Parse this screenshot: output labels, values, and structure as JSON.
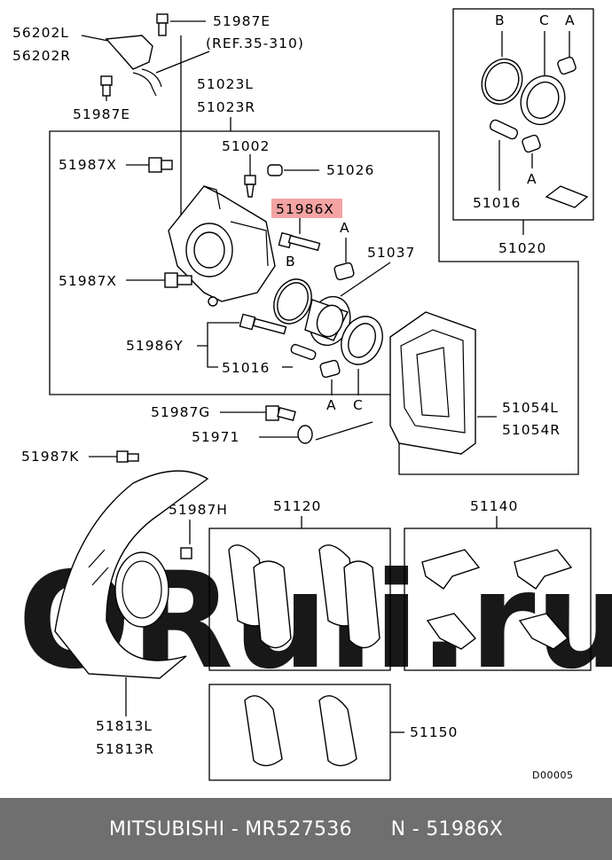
{
  "watermark": "ORuli.ru",
  "callouts": {
    "p56202": [
      "56202L",
      "56202R"
    ],
    "p51987E_top": "51987E",
    "ref": "(REF.35-310)",
    "p51987E_left": "51987E",
    "p51023": [
      "51023L",
      "51023R"
    ],
    "p51002": "51002",
    "p51026": "51026",
    "p51987X_a": "51987X",
    "p51986X_highlight": "51986X",
    "p51037": "51037",
    "p51987X_b": "51987X",
    "p51986Y": "51986Y",
    "p51016_main": "51016",
    "p51987G": "51987G",
    "p51971": "51971",
    "p51054": [
      "51054L",
      "51054R"
    ],
    "p51987K": "51987K",
    "p51987H": "51987H",
    "p51813": [
      "51813L",
      "51813R"
    ],
    "p51120": "51120",
    "p51140": "51140",
    "p51150": "51150",
    "p51016_kit": "51016",
    "p51020": "51020"
  },
  "letters": {
    "a1": "A",
    "a2": "A",
    "a3": "A",
    "a4": "A",
    "b1": "B",
    "b2": "B",
    "c1": "C",
    "c2": "C"
  },
  "diagram_code": "D00005",
  "highlight_color": "#f4a3a3",
  "footer": {
    "brand": "MITSUBISHI",
    "part_number": "MR527536",
    "ref": "N - 51986X"
  }
}
